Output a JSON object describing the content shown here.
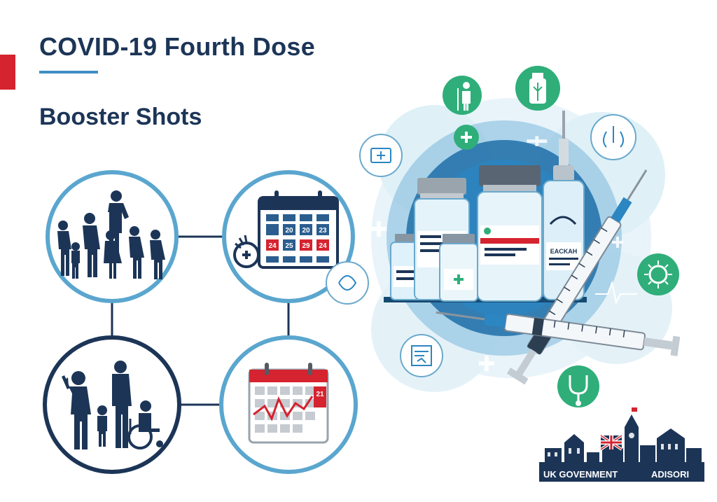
{
  "header": {
    "title": "COVID-19 Fourth Dose",
    "subtitle": "Booster Shots"
  },
  "calendar_top": {
    "row1": [
      "",
      "20",
      "20",
      "23"
    ],
    "row2": [
      "24",
      "25",
      "29",
      "24"
    ]
  },
  "calendar_bottom": {
    "date": "21"
  },
  "vials": {
    "large_label": "EACKAH"
  },
  "footer": {
    "logo_left": "UK GOVENMENT",
    "logo_right": "ADISORI"
  },
  "colors": {
    "navy": "#1c3557",
    "accent_red": "#d5232f",
    "ring_blue": "#5aa6cf",
    "green": "#2fae7a"
  }
}
